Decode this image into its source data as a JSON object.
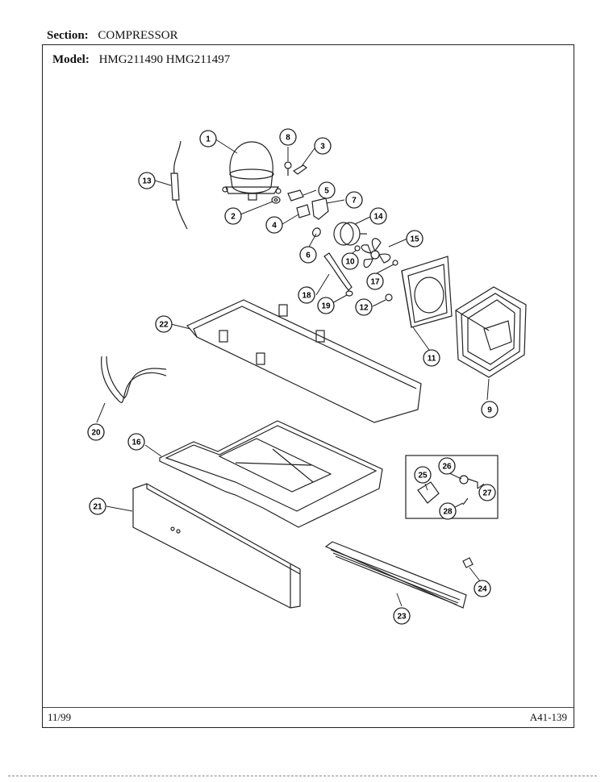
{
  "header": {
    "section_label": "Section:",
    "section_value": "COMPRESSOR",
    "model_label": "Model:",
    "model_value": "HMG211490 HMG211497"
  },
  "footer": {
    "date": "11/99",
    "page_code": "A41-139"
  },
  "callouts": [
    "1",
    "2",
    "3",
    "4",
    "5",
    "6",
    "7",
    "8",
    "9",
    "10",
    "11",
    "12",
    "13",
    "14",
    "15",
    "16",
    "17",
    "18",
    "19",
    "20",
    "21",
    "22",
    "23",
    "24",
    "25",
    "26",
    "27",
    "28"
  ]
}
